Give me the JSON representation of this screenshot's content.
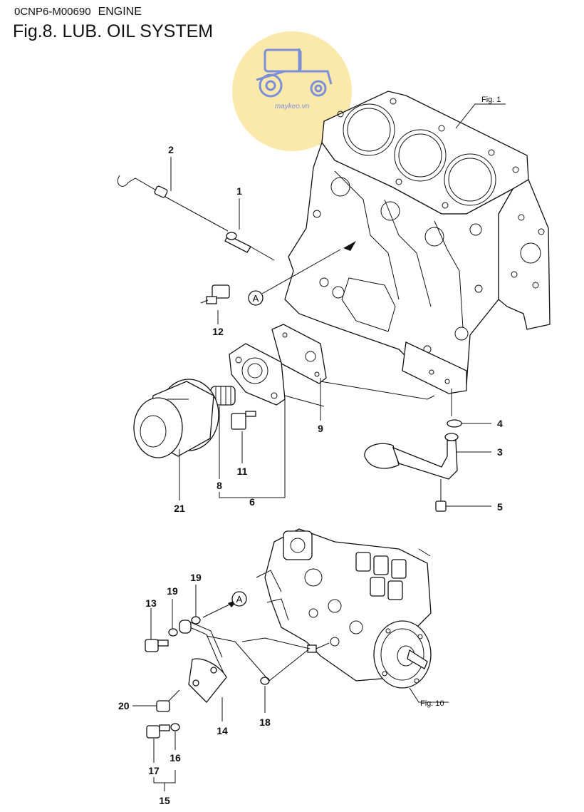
{
  "header": {
    "code": "0CNP6-M00690",
    "section": "ENGINE",
    "title": "Fig.8.  LUB. OIL SYSTEM"
  },
  "watermark": {
    "text": "maykeo.vn",
    "color": "#fbe7a6"
  },
  "references": {
    "fig1": "Fig. 1",
    "fig10": "Fig. 10"
  },
  "callout": {
    "a": "A"
  },
  "labels": {
    "p1": "1",
    "p2": "2",
    "p3": "3",
    "p4": "4",
    "p5": "5",
    "p6": "6",
    "p8": "8",
    "p9": "9",
    "p11": "11",
    "p12": "12",
    "p13": "13",
    "p14": "14",
    "p15": "15",
    "p16": "16",
    "p17": "17",
    "p18": "18",
    "p19a": "19",
    "p19b": "19",
    "p20": "20",
    "p21": "21"
  }
}
